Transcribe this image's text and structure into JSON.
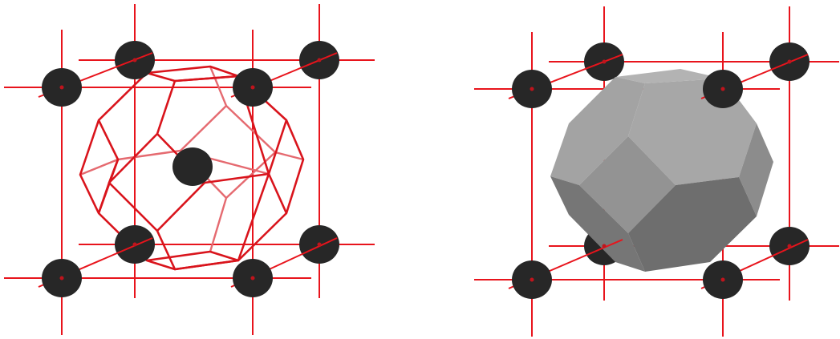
{
  "figure": {
    "panels": [
      {
        "id": "left",
        "style": "wireframe"
      },
      {
        "id": "right",
        "style": "solid"
      }
    ],
    "colors": {
      "lattice_line": "#e8141c",
      "wire_front": "#d9141c",
      "wire_back": "#e56a70",
      "atom": "#272727",
      "atom_dot": "#c0141c",
      "face_light": "#b3b3b3",
      "face_mid": "#9d9d9d",
      "face_dark": "#767676",
      "face_darker": "#686868"
    }
  }
}
